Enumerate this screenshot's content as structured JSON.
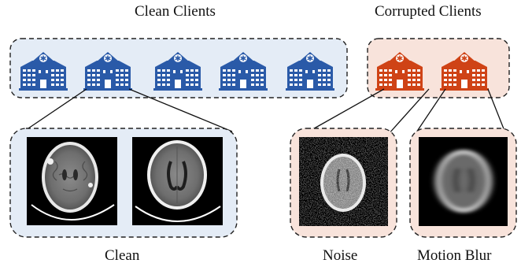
{
  "titles": {
    "clean_clients": "Clean Clients",
    "corrupted_clients": "Corrupted Clients"
  },
  "captions": {
    "clean": "Clean",
    "noise": "Noise",
    "motion_blur": "Motion Blur"
  },
  "colors": {
    "clean_group_fill": "#e4ecf6",
    "corrupted_group_fill": "#f8e3db",
    "clean_building": "#2a5aa8",
    "corrupted_building": "#cf4316",
    "dashed_border": "#222222",
    "scan_background": "#000000"
  },
  "clients": {
    "clean_count": 5,
    "corrupted_count": 2,
    "icon": "hospital-building-icon"
  },
  "images": {
    "clean": [
      "ct-scan-image-clean-1",
      "ct-scan-image-clean-2"
    ],
    "noise": "ct-scan-image-noise",
    "motion_blur": "ct-scan-image-motion-blur"
  }
}
